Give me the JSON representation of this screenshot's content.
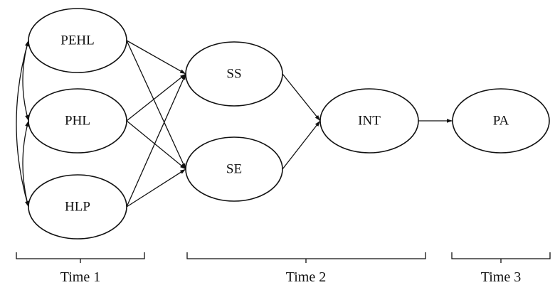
{
  "diagram": {
    "nodes": [
      {
        "id": "PEHL",
        "label": "PEHL"
      },
      {
        "id": "PHL",
        "label": "PHL"
      },
      {
        "id": "HLP",
        "label": "HLP"
      },
      {
        "id": "SS",
        "label": "SS"
      },
      {
        "id": "SE",
        "label": "SE"
      },
      {
        "id": "INT",
        "label": "INT"
      },
      {
        "id": "PA",
        "label": "PA"
      }
    ],
    "directed_edges": [
      {
        "from": "PEHL",
        "to": "SS"
      },
      {
        "from": "PEHL",
        "to": "SE"
      },
      {
        "from": "PHL",
        "to": "SS"
      },
      {
        "from": "PHL",
        "to": "SE"
      },
      {
        "from": "HLP",
        "to": "SS"
      },
      {
        "from": "HLP",
        "to": "SE"
      },
      {
        "from": "SS",
        "to": "INT"
      },
      {
        "from": "SE",
        "to": "INT"
      },
      {
        "from": "INT",
        "to": "PA"
      }
    ],
    "covariances": [
      {
        "a": "PEHL",
        "b": "PHL"
      },
      {
        "a": "PHL",
        "b": "HLP"
      },
      {
        "a": "PEHL",
        "b": "HLP"
      }
    ],
    "time_groups": [
      {
        "label": "Time 1",
        "nodes": [
          "PEHL",
          "PHL",
          "HLP"
        ]
      },
      {
        "label": "Time 2",
        "nodes": [
          "SS",
          "SE",
          "INT"
        ]
      },
      {
        "label": "Time 3",
        "nodes": [
          "PA"
        ]
      }
    ]
  }
}
